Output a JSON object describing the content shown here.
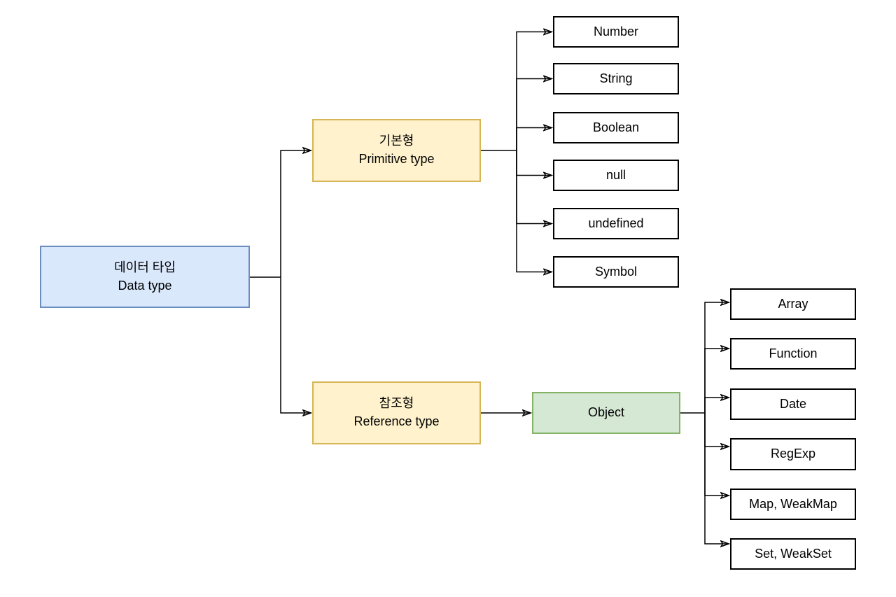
{
  "diagram": {
    "nodes": {
      "root": {
        "label_ko": "데이터 타입",
        "label_en": "Data type",
        "fill": "#dae8fc",
        "border": "#6c8ebf"
      },
      "primitive": {
        "label_ko": "기본형",
        "label_en": "Primitive type",
        "fill": "#fff2cc",
        "border": "#d6b656"
      },
      "reference": {
        "label_ko": "참조형",
        "label_en": "Reference type",
        "fill": "#fff2cc",
        "border": "#d6b656"
      },
      "object": {
        "label": "Object",
        "fill": "#d5e8d4",
        "border": "#82b366"
      }
    },
    "primitive_children": [
      "Number",
      "String",
      "Boolean",
      "null",
      "undefined",
      "Symbol"
    ],
    "object_children": [
      "Array",
      "Function",
      "Date",
      "RegExp",
      "Map, WeakMap",
      "Set, WeakSet"
    ],
    "leaf_style": {
      "fill": "#ffffff",
      "border": "#000000"
    },
    "edge_color": "#000000",
    "edges": [
      [
        "root",
        "primitive"
      ],
      [
        "root",
        "reference"
      ],
      [
        "primitive",
        "Number"
      ],
      [
        "primitive",
        "String"
      ],
      [
        "primitive",
        "Boolean"
      ],
      [
        "primitive",
        "null"
      ],
      [
        "primitive",
        "undefined"
      ],
      [
        "primitive",
        "Symbol"
      ],
      [
        "reference",
        "Object"
      ],
      [
        "Object",
        "Array"
      ],
      [
        "Object",
        "Function"
      ],
      [
        "Object",
        "Date"
      ],
      [
        "Object",
        "RegExp"
      ],
      [
        "Object",
        "Map, WeakMap"
      ],
      [
        "Object",
        "Set, WeakSet"
      ]
    ]
  }
}
